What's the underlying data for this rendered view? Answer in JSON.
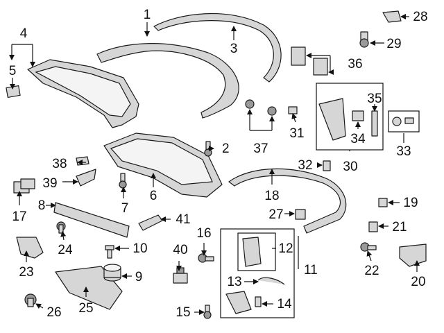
{
  "diagram": {
    "callouts": [
      "1",
      "2",
      "3",
      "4",
      "5",
      "6",
      "7",
      "8",
      "9",
      "10",
      "11",
      "12",
      "13",
      "14",
      "15",
      "16",
      "17",
      "18",
      "19",
      "20",
      "21",
      "22",
      "23",
      "24",
      "25",
      "26",
      "27",
      "28",
      "29",
      "30",
      "31",
      "32",
      "33",
      "34",
      "35",
      "36",
      "37",
      "38",
      "39",
      "40",
      "41"
    ]
  },
  "colors": {
    "part_fill": "#d6d6d6",
    "outline": "#1a1a1a",
    "dark_fill": "#9a9a9a"
  }
}
